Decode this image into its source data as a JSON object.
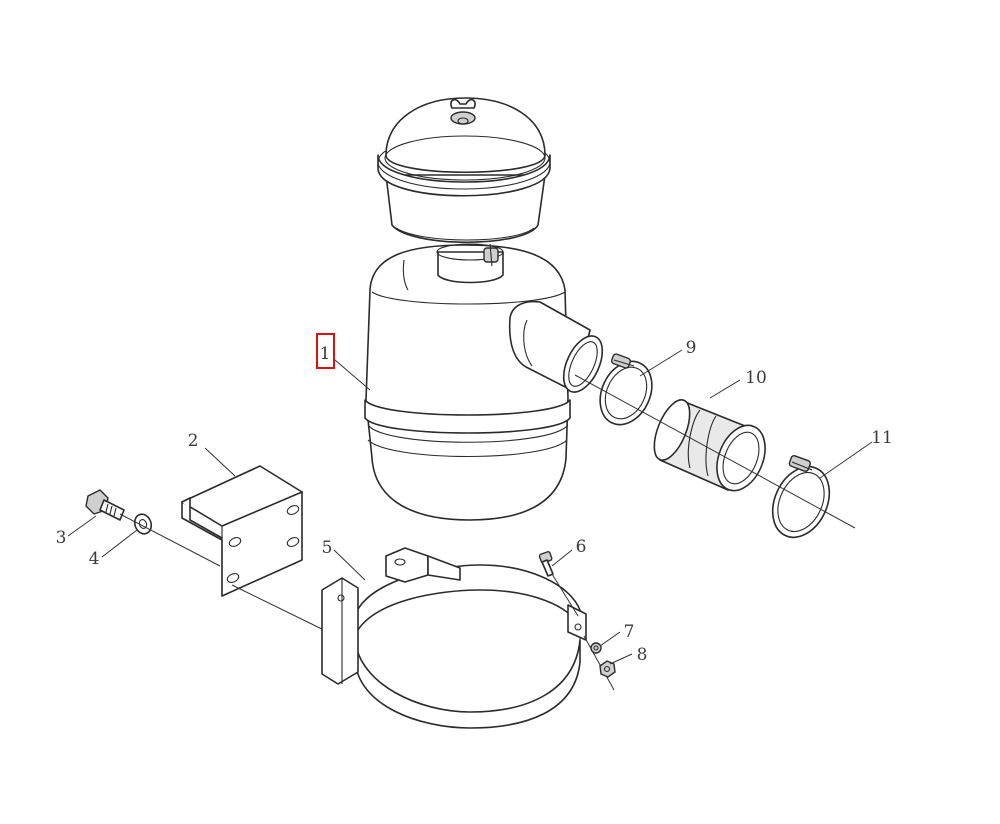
{
  "diagram": {
    "labels": {
      "p1": "1",
      "p2": "2",
      "p3": "3",
      "p4": "4",
      "p5": "5",
      "p6": "6",
      "p7": "7",
      "p8": "8",
      "p9": "9",
      "p10": "10",
      "p11": "11"
    },
    "highlighted_part": "1",
    "highlight_color": "#e01010"
  }
}
